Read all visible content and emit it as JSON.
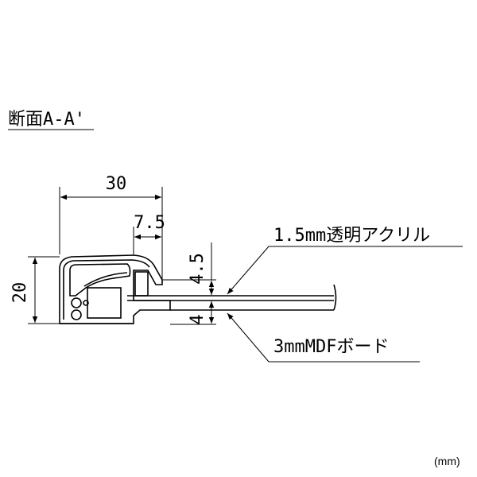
{
  "section_title": "断面A-A'",
  "dimensions": {
    "width": "30",
    "lip": "7.5",
    "height": "20",
    "acrylic_gap": "4.5",
    "board_gap": "4"
  },
  "callouts": {
    "acrylic": "1.5mm透明アクリル",
    "board": "3mmMDFボード"
  },
  "unit_note": "(mm)"
}
